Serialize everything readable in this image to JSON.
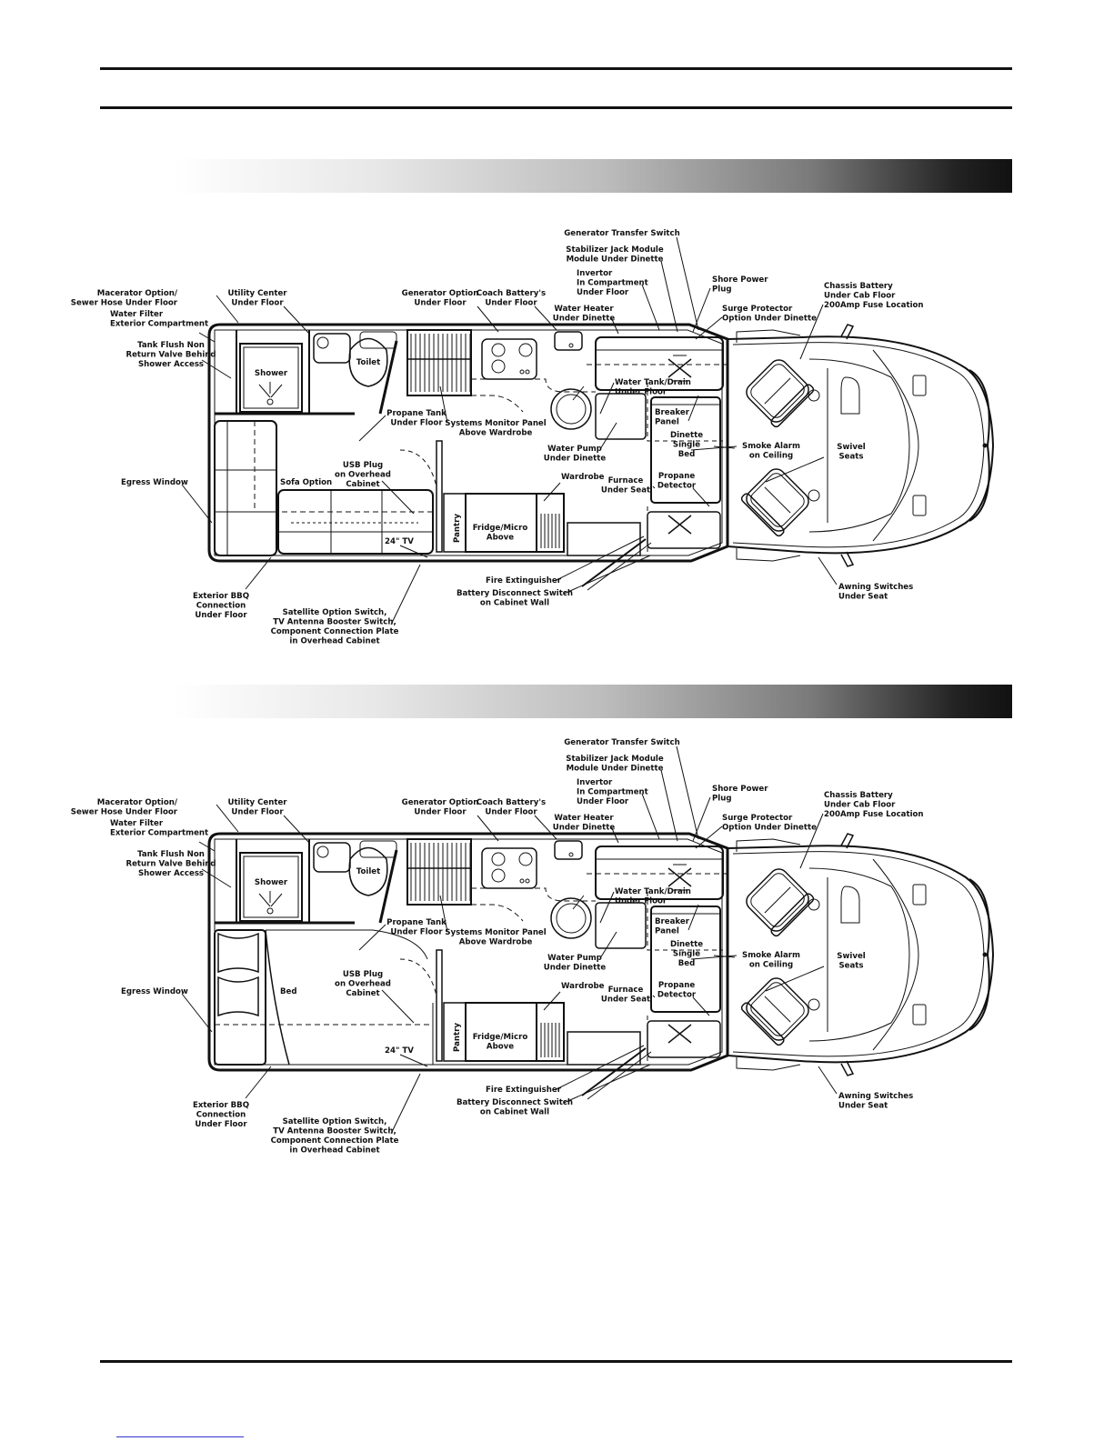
{
  "plans": [
    {
      "id": "sofa-plan",
      "labels": {
        "generator_transfer_switch": [
          "Generator Transfer Switch"
        ],
        "stabilizer_jack": [
          "Stabilizer Jack Module",
          "Module Under Dinette"
        ],
        "invertor": [
          "Invertor",
          "In Compartment",
          "Under Floor"
        ],
        "shore_power": [
          "Shore Power",
          "Plug"
        ],
        "chassis_battery": [
          "Chassis Battery",
          "Under Cab Floor",
          "200Amp Fuse Location"
        ],
        "surge_protector": [
          "Surge Protector",
          "Option Under Dinette"
        ],
        "macerator": [
          "Macerator Option/",
          "Sewer Hose Under Floor"
        ],
        "utility_center": [
          "Utility Center",
          "Under Floor"
        ],
        "generator_option": [
          "Generator Option",
          "Under Floor"
        ],
        "coach_battery": [
          "Coach Battery's",
          "Under Floor"
        ],
        "water_heater": [
          "Water Heater",
          "Under Dinette"
        ],
        "water_filter": [
          "Water Filter",
          "Exterior Compartment"
        ],
        "tank_flush": [
          "Tank Flush Non",
          "Return Valve Behind",
          "Shower Access"
        ],
        "water_tank": [
          "Water Tank/Drain",
          "Under Floor"
        ],
        "breaker_panel": [
          "Breaker",
          "Panel"
        ],
        "propane_tank": [
          "Propane Tank",
          "Under Floor"
        ],
        "systems_monitor": [
          "Systems Monitor Panel",
          "Above Wardrobe"
        ],
        "water_pump": [
          "Water Pump",
          "Under Dinette"
        ],
        "dinette_bed": [
          "Dinette",
          "Single",
          "Bed"
        ],
        "smoke_alarm": [
          "Smoke Alarm",
          "on Ceiling"
        ],
        "swivel_seats": [
          "Swivel",
          "Seats"
        ],
        "usb_plug": [
          "USB Plug",
          "on Overhead",
          "Cabinet"
        ],
        "egress_window": [
          "Egress Window"
        ],
        "sofa_or_bed": [
          "Sofa Option"
        ],
        "wardrobe": [
          "Wardrobe"
        ],
        "furnace": [
          "Furnace",
          "Under Seat"
        ],
        "propane_detector": [
          "Propane",
          "Detector"
        ],
        "tv": [
          "24\" TV"
        ],
        "exterior_bbq": [
          "Exterior BBQ",
          "Connection",
          "Under Floor"
        ],
        "fire_extinguisher": [
          "Fire Extinguisher"
        ],
        "battery_disconnect": [
          "Battery Disconnect Switch",
          "on Cabinet Wall"
        ],
        "awning_switches": [
          "Awning Switches",
          "Under Seat"
        ],
        "satellite": [
          "Satellite Option Switch,",
          "TV Antenna Booster Switch,",
          "Component Connection Plate",
          "in Overhead Cabinet"
        ],
        "shower": [
          "Shower"
        ],
        "toilet": [
          "Toilet"
        ],
        "pantry": [
          "Pantry"
        ],
        "fridge": [
          "Fridge/Micro",
          "Above"
        ]
      }
    },
    {
      "id": "bed-plan",
      "labels": {
        "generator_transfer_switch": [
          "Generator Transfer Switch"
        ],
        "stabilizer_jack": [
          "Stabilizer Jack Module",
          "Module Under Dinette"
        ],
        "invertor": [
          "Invertor",
          "In Compartment",
          "Under Floor"
        ],
        "shore_power": [
          "Shore Power",
          "Plug"
        ],
        "chassis_battery": [
          "Chassis Battery",
          "Under Cab Floor",
          "200Amp Fuse Location"
        ],
        "surge_protector": [
          "Surge Protector",
          "Option Under Dinette"
        ],
        "macerator": [
          "Macerator Option/",
          "Sewer Hose Under Floor"
        ],
        "utility_center": [
          "Utility Center",
          "Under Floor"
        ],
        "generator_option": [
          "Generator Option",
          "Under Floor"
        ],
        "coach_battery": [
          "Coach Battery's",
          "Under Floor"
        ],
        "water_heater": [
          "Water Heater",
          "Under Dinette"
        ],
        "water_filter": [
          "Water Filter",
          "Exterior Compartment"
        ],
        "tank_flush": [
          "Tank Flush Non",
          "Return Valve Behind",
          "Shower Access"
        ],
        "water_tank": [
          "Water Tank/Drain",
          "Under Floor"
        ],
        "breaker_panel": [
          "Breaker",
          "Panel"
        ],
        "propane_tank": [
          "Propane Tank",
          "Under Floor"
        ],
        "systems_monitor": [
          "Systems Monitor Panel",
          "Above Wardrobe"
        ],
        "water_pump": [
          "Water Pump",
          "Under Dinette"
        ],
        "dinette_bed": [
          "Dinette",
          "Single",
          "Bed"
        ],
        "smoke_alarm": [
          "Smoke Alarm",
          "on Ceiling"
        ],
        "swivel_seats": [
          "Swivel",
          "Seats"
        ],
        "usb_plug": [
          "USB Plug",
          "on Overhead",
          "Cabinet"
        ],
        "egress_window": [
          "Egress Window"
        ],
        "sofa_or_bed": [
          "Bed"
        ],
        "wardrobe": [
          "Wardrobe"
        ],
        "furnace": [
          "Furnace",
          "Under Seat"
        ],
        "propane_detector": [
          "Propane",
          "Detector"
        ],
        "tv": [
          "24\" TV"
        ],
        "exterior_bbq": [
          "Exterior BBQ",
          "Connection",
          "Under Floor"
        ],
        "fire_extinguisher": [
          "Fire Extinguisher"
        ],
        "battery_disconnect": [
          "Battery Disconnect Switch",
          "on Cabinet Wall"
        ],
        "awning_switches": [
          "Awning Switches",
          "Under Seat"
        ],
        "satellite": [
          "Satellite Option Switch,",
          "TV Antenna Booster Switch,",
          "Component Connection Plate",
          "in Overhead Cabinet"
        ],
        "shower": [
          "Shower"
        ],
        "toilet": [
          "Toilet"
        ],
        "pantry": [
          "Pantry"
        ],
        "fridge": [
          "Fridge/Micro",
          "Above"
        ]
      }
    }
  ]
}
